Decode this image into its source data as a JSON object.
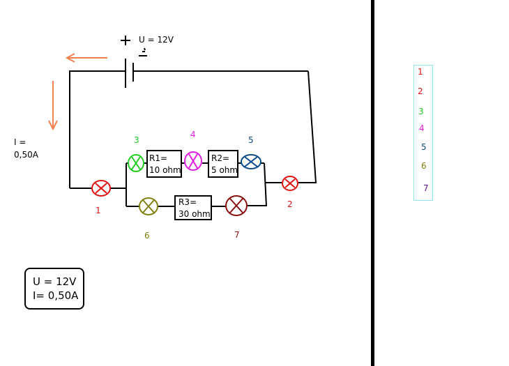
{
  "battery": {
    "plus_sign": "+",
    "voltage_label": "U = 12V"
  },
  "current_label": {
    "line1": "I =",
    "line2": "0,50A"
  },
  "resistors": [
    {
      "name": "R1=",
      "value": "10 ohm"
    },
    {
      "name": "R2=",
      "value": "5 ohm"
    },
    {
      "name": "R3=",
      "value": "30 ohm"
    }
  ],
  "lamps": [
    {
      "label": "1",
      "color": "#e01010"
    },
    {
      "label": "2",
      "color": "#e01010"
    },
    {
      "label": "3",
      "color": "#22cc22"
    },
    {
      "label": "4",
      "color": "#e020e0"
    },
    {
      "label": "5",
      "color": "#0a4a8a"
    },
    {
      "label": "6",
      "color": "#808010"
    },
    {
      "label": "7",
      "color": "#8a1010"
    }
  ],
  "summary": {
    "voltage": "U = 12V",
    "current": "I= 0,50A"
  },
  "legend": {
    "border_color": "#8fe6ee",
    "items": [
      {
        "label": "1",
        "color": "#e01010"
      },
      {
        "label": "2",
        "color": "#e01010"
      },
      {
        "label": "3",
        "color": "#22cc22"
      },
      {
        "label": "4",
        "color": "#e020e0"
      },
      {
        "label": "5",
        "color": "#0a4a8a"
      },
      {
        "label": "6",
        "color": "#808010"
      },
      {
        "label": "7",
        "color": "#6010a0"
      }
    ]
  },
  "arrow_color": "#f08050"
}
